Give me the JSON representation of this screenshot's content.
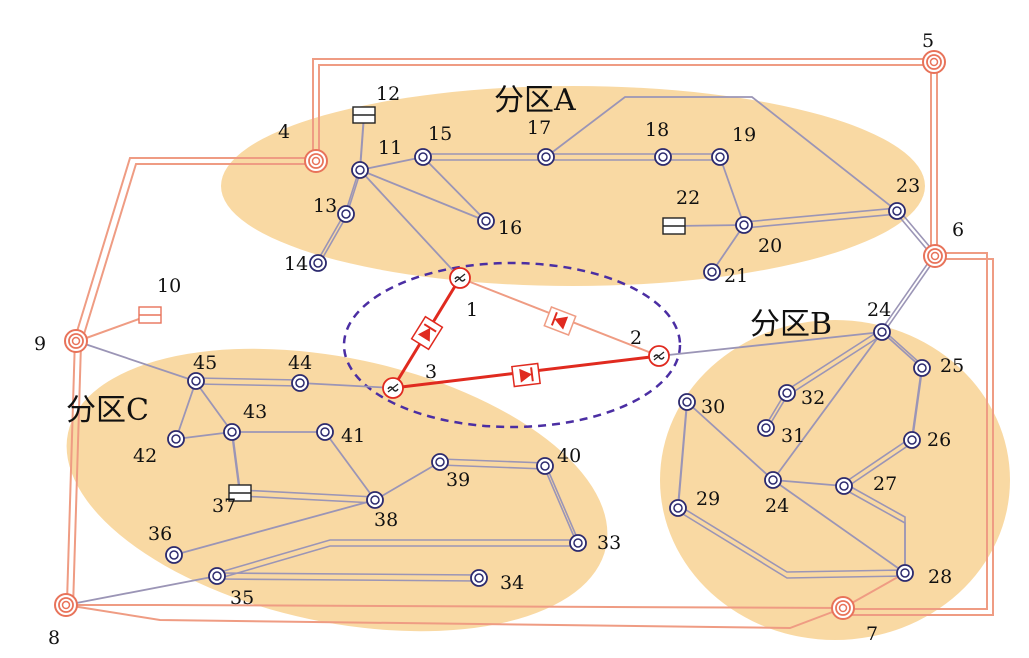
{
  "zones": [
    {
      "id": "A",
      "label": "分区A"
    },
    {
      "id": "B",
      "label": "分区B"
    },
    {
      "id": "C",
      "label": "分区C"
    }
  ],
  "nodes": [
    {
      "id": "1",
      "kind": "flexible"
    },
    {
      "id": "2",
      "kind": "flexible"
    },
    {
      "id": "3",
      "kind": "flexible"
    },
    {
      "id": "4",
      "kind": "substation"
    },
    {
      "id": "5",
      "kind": "substation"
    },
    {
      "id": "6",
      "kind": "substation"
    },
    {
      "id": "7",
      "kind": "substation"
    },
    {
      "id": "8",
      "kind": "substation"
    },
    {
      "id": "9",
      "kind": "substation"
    },
    {
      "id": "10",
      "kind": "switch"
    },
    {
      "id": "11",
      "kind": "load"
    },
    {
      "id": "12",
      "kind": "switch"
    },
    {
      "id": "13",
      "kind": "load"
    },
    {
      "id": "14",
      "kind": "load"
    },
    {
      "id": "15",
      "kind": "load"
    },
    {
      "id": "16",
      "kind": "load"
    },
    {
      "id": "17",
      "kind": "load"
    },
    {
      "id": "18",
      "kind": "load"
    },
    {
      "id": "19",
      "kind": "load"
    },
    {
      "id": "20",
      "kind": "load"
    },
    {
      "id": "21",
      "kind": "load"
    },
    {
      "id": "22",
      "kind": "switch"
    },
    {
      "id": "23",
      "kind": "load"
    },
    {
      "id": "24",
      "kind": "load"
    },
    {
      "id": "24",
      "kind": "load"
    },
    {
      "id": "25",
      "kind": "load"
    },
    {
      "id": "26",
      "kind": "load"
    },
    {
      "id": "27",
      "kind": "load"
    },
    {
      "id": "28",
      "kind": "load"
    },
    {
      "id": "29",
      "kind": "load"
    },
    {
      "id": "30",
      "kind": "load"
    },
    {
      "id": "31",
      "kind": "load"
    },
    {
      "id": "32",
      "kind": "load"
    },
    {
      "id": "33",
      "kind": "load"
    },
    {
      "id": "34",
      "kind": "load"
    },
    {
      "id": "35",
      "kind": "load"
    },
    {
      "id": "36",
      "kind": "load"
    },
    {
      "id": "37",
      "kind": "switch"
    },
    {
      "id": "38",
      "kind": "load"
    },
    {
      "id": "39",
      "kind": "load"
    },
    {
      "id": "40",
      "kind": "load"
    },
    {
      "id": "41",
      "kind": "load"
    },
    {
      "id": "42",
      "kind": "load"
    },
    {
      "id": "43",
      "kind": "load"
    },
    {
      "id": "44",
      "kind": "load"
    },
    {
      "id": "45",
      "kind": "load"
    }
  ],
  "colors": {
    "zone_fill": "#f9d9a3",
    "line_gray": "#9b95b6",
    "line_orange": "#ef9c83",
    "line_red": "#e02a1f",
    "boundary": "#4b2ea3"
  }
}
